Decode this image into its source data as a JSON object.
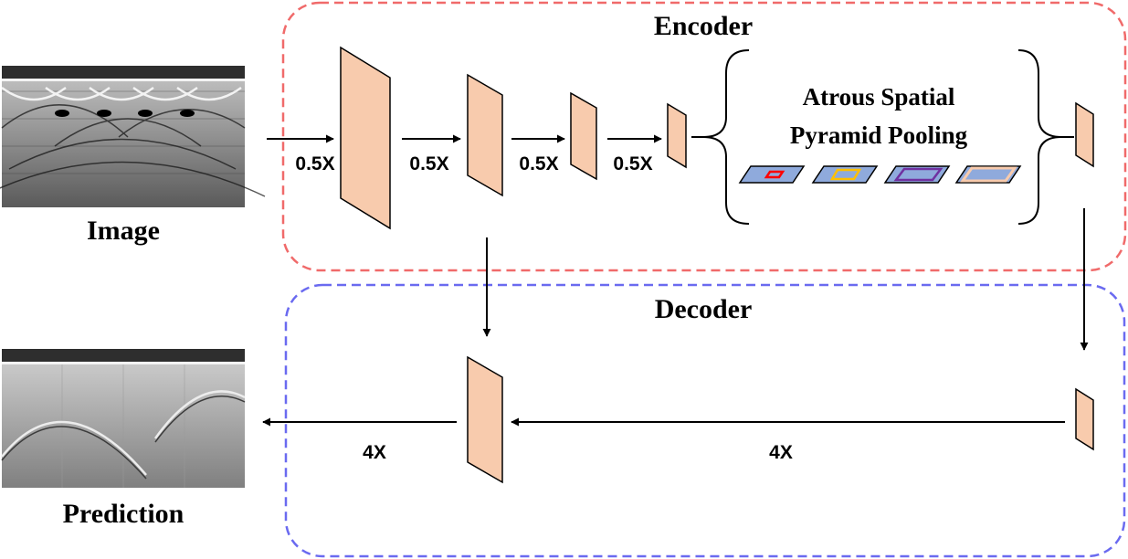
{
  "labels": {
    "encoder": "Encoder",
    "decoder": "Decoder",
    "input": "Image",
    "output": "Prediction",
    "aspp_line1": "Atrous Spatial",
    "aspp_line2": "Pyramid Pooling"
  },
  "scales": {
    "enc1": "0.5X",
    "enc2": "0.5X",
    "enc3": "0.5X",
    "enc4": "0.5X",
    "dec_out": "4X",
    "dec_in": "4X"
  },
  "colors": {
    "encoder_border": "#f06a6a",
    "decoder_border": "#6a6af0",
    "feature_map": "#f8cbad",
    "aspp_fill": "#8faadc",
    "aspp_kernels": [
      "#ff0000",
      "#ffc000",
      "#7030a0",
      "#f8cbad"
    ]
  }
}
